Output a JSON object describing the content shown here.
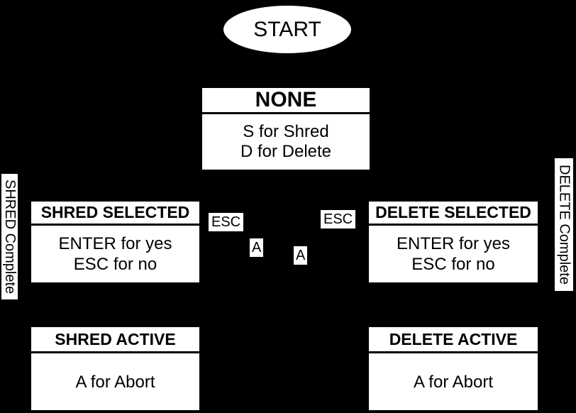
{
  "start": {
    "label": "START"
  },
  "states": {
    "none": {
      "title": "NONE",
      "line1": "S for Shred",
      "line2": "D for Delete"
    },
    "shred_selected": {
      "title": "SHRED SELECTED",
      "line1": "ENTER for yes",
      "line2": "ESC for no"
    },
    "delete_selected": {
      "title": "DELETE SELECTED",
      "line1": "ENTER for yes",
      "line2": "ESC for no"
    },
    "shred_active": {
      "title": "SHRED ACTIVE",
      "line1": "A for Abort"
    },
    "delete_active": {
      "title": "DELETE ACTIVE",
      "line1": "A for Abort"
    }
  },
  "edge_labels": {
    "esc_left": "ESC",
    "esc_right": "ESC",
    "abort_left": "A",
    "abort_right": "A"
  },
  "side_labels": {
    "left": "SHRED Complete",
    "right": "DELETE Complete"
  },
  "colors": {
    "background": "#000000",
    "node_fill": "#ffffff",
    "node_text": "#000000",
    "separator": "#000000"
  }
}
